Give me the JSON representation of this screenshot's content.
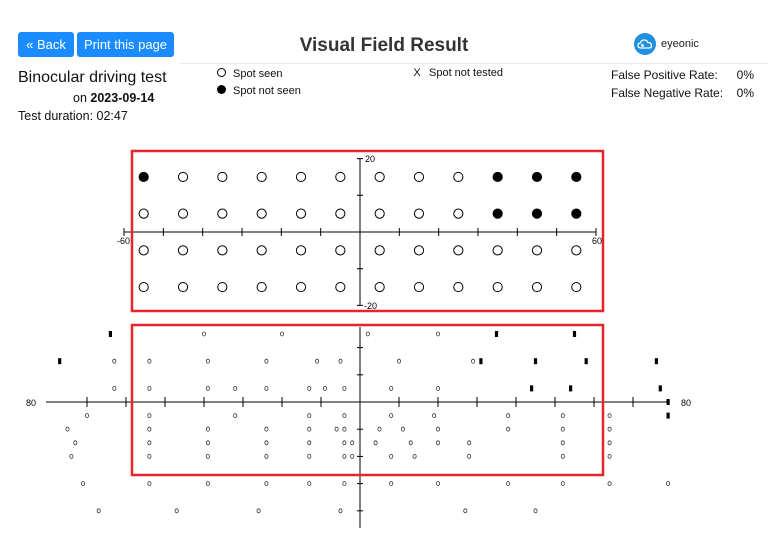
{
  "header": {
    "back_label": "« Back",
    "print_label": "Print this page",
    "title": "Visual Field Result",
    "logo_text": "eyeonic"
  },
  "test": {
    "name": "Binocular driving test",
    "date_prefix": "on",
    "date": "2023-09-14",
    "duration": "Test duration: 02:47"
  },
  "legend": {
    "seen": "Spot seen",
    "not_seen": "Spot not seen",
    "not_tested_symbol": "X",
    "not_tested": "Spot not tested"
  },
  "rates": {
    "false_positive_label": "False Positive Rate:",
    "false_positive_value": "0%",
    "false_negative_label": "False Negative Rate:",
    "false_negative_value": "0%"
  },
  "colors": {
    "accent": "#1a8cff",
    "highlight": "#e8232a",
    "logo": "#1f8fe0"
  },
  "upper_plot": {
    "x_range": [
      -60,
      60
    ],
    "y_range": [
      -20,
      20
    ],
    "tick_labels": {
      "x_min": "-60",
      "x_max": "60",
      "y_max": "20",
      "y_min": "-20"
    },
    "x_positions": [
      -55,
      -45,
      -35,
      -25,
      -15,
      -5,
      5,
      15,
      25,
      35,
      45,
      55
    ],
    "y_positions": [
      15,
      5,
      -5,
      -15
    ],
    "rows": [
      [
        "not_seen",
        "seen",
        "seen",
        "seen",
        "seen",
        "seen",
        "seen",
        "seen",
        "seen",
        "not_seen",
        "not_seen",
        "not_seen"
      ],
      [
        "seen",
        "seen",
        "seen",
        "seen",
        "seen",
        "seen",
        "seen",
        "seen",
        "seen",
        "not_seen",
        "not_seen",
        "not_seen"
      ],
      [
        "seen",
        "seen",
        "seen",
        "seen",
        "seen",
        "seen",
        "seen",
        "seen",
        "seen",
        "seen",
        "seen",
        "seen"
      ],
      [
        "seen",
        "seen",
        "seen",
        "seen",
        "seen",
        "seen",
        "seen",
        "seen",
        "seen",
        "seen",
        "seen",
        "seen"
      ]
    ]
  },
  "lower_plot": {
    "x_range": [
      -80,
      80
    ],
    "y_range": [
      -30,
      30
    ],
    "tick_labels": {
      "x_min": "80",
      "x_max": "80"
    },
    "seen_points": [
      [
        -40,
        25
      ],
      [
        -20,
        25
      ],
      [
        2,
        25
      ],
      [
        20,
        25
      ],
      [
        -63,
        15
      ],
      [
        -54,
        15
      ],
      [
        -39,
        15
      ],
      [
        -24,
        15
      ],
      [
        -11,
        15
      ],
      [
        -5,
        15
      ],
      [
        10,
        15
      ],
      [
        29,
        15
      ],
      [
        -63,
        5
      ],
      [
        -54,
        5
      ],
      [
        -39,
        5
      ],
      [
        -32,
        5
      ],
      [
        -24,
        5
      ],
      [
        -13,
        5
      ],
      [
        -9,
        5
      ],
      [
        -4,
        5
      ],
      [
        8,
        5
      ],
      [
        20,
        5
      ],
      [
        -70,
        -5
      ],
      [
        -54,
        -5
      ],
      [
        -32,
        -5
      ],
      [
        -13,
        -5
      ],
      [
        -4,
        -5
      ],
      [
        8,
        -5
      ],
      [
        19,
        -5
      ],
      [
        38,
        -5
      ],
      [
        52,
        -5
      ],
      [
        64,
        -5
      ],
      [
        -75,
        -10
      ],
      [
        -54,
        -10
      ],
      [
        -39,
        -10
      ],
      [
        -24,
        -10
      ],
      [
        -13,
        -10
      ],
      [
        -6,
        -10
      ],
      [
        -4,
        -10
      ],
      [
        5,
        -10
      ],
      [
        11,
        -10
      ],
      [
        20,
        -10
      ],
      [
        38,
        -10
      ],
      [
        52,
        -10
      ],
      [
        64,
        -10
      ],
      [
        -73,
        -15
      ],
      [
        -54,
        -15
      ],
      [
        -39,
        -15
      ],
      [
        -24,
        -15
      ],
      [
        -13,
        -15
      ],
      [
        -4,
        -15
      ],
      [
        -2,
        -15
      ],
      [
        4,
        -15
      ],
      [
        13,
        -15
      ],
      [
        20,
        -15
      ],
      [
        28,
        -15
      ],
      [
        52,
        -15
      ],
      [
        64,
        -15
      ],
      [
        -74,
        -20
      ],
      [
        -54,
        -20
      ],
      [
        -39,
        -20
      ],
      [
        -24,
        -20
      ],
      [
        -13,
        -20
      ],
      [
        -4,
        -20
      ],
      [
        -2,
        -20
      ],
      [
        8,
        -20
      ],
      [
        14,
        -20
      ],
      [
        28,
        -20
      ],
      [
        52,
        -20
      ],
      [
        64,
        -20
      ],
      [
        -71,
        -30
      ],
      [
        -54,
        -30
      ],
      [
        -39,
        -30
      ],
      [
        -24,
        -30
      ],
      [
        -13,
        -30
      ],
      [
        -4,
        -30
      ],
      [
        8,
        -30
      ],
      [
        20,
        -30
      ],
      [
        38,
        -30
      ],
      [
        52,
        -30
      ],
      [
        64,
        -30
      ],
      [
        79,
        -30
      ],
      [
        -67,
        -40
      ],
      [
        -47,
        -40
      ],
      [
        -26,
        -40
      ],
      [
        -5,
        -40
      ],
      [
        27,
        -40
      ],
      [
        45,
        -40
      ]
    ],
    "not_seen_points": [
      [
        -64,
        25
      ],
      [
        35,
        25
      ],
      [
        55,
        25
      ],
      [
        -77,
        15
      ],
      [
        31,
        15
      ],
      [
        45,
        15
      ],
      [
        58,
        15
      ],
      [
        76,
        15
      ],
      [
        44,
        5
      ],
      [
        54,
        5
      ],
      [
        77,
        5
      ],
      [
        79,
        0
      ],
      [
        79,
        -5
      ]
    ]
  }
}
